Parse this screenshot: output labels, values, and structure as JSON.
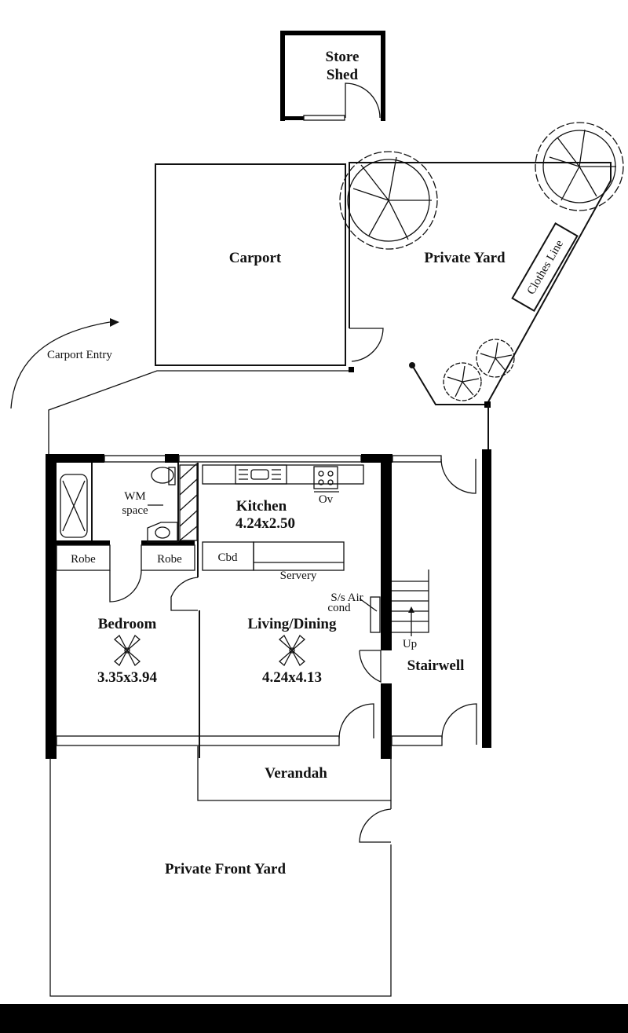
{
  "plan": {
    "store_shed": [
      "Store",
      "Shed"
    ],
    "carport": "Carport",
    "private_yard": "Private Yard",
    "clothes_line": "Clothes Line",
    "carport_entry": "Carport Entry",
    "wm_space": [
      "WM",
      "space"
    ],
    "robe_1": "Robe",
    "robe_2": "Robe",
    "kitchen": {
      "name": "Kitchen",
      "size": "4.24x2.50"
    },
    "oven": "Ov",
    "cupboard": "Cbd",
    "servery": "Servery",
    "air_cond": [
      "S/s Air",
      "cond"
    ],
    "bedroom": {
      "name": "Bedroom",
      "size": "3.35x3.94"
    },
    "living": {
      "name": "Living/Dining",
      "size": "4.24x4.13"
    },
    "stairs_up": "Up",
    "stairwell": "Stairwell",
    "verandah": "Verandah",
    "front_yard": "Private Front Yard"
  }
}
